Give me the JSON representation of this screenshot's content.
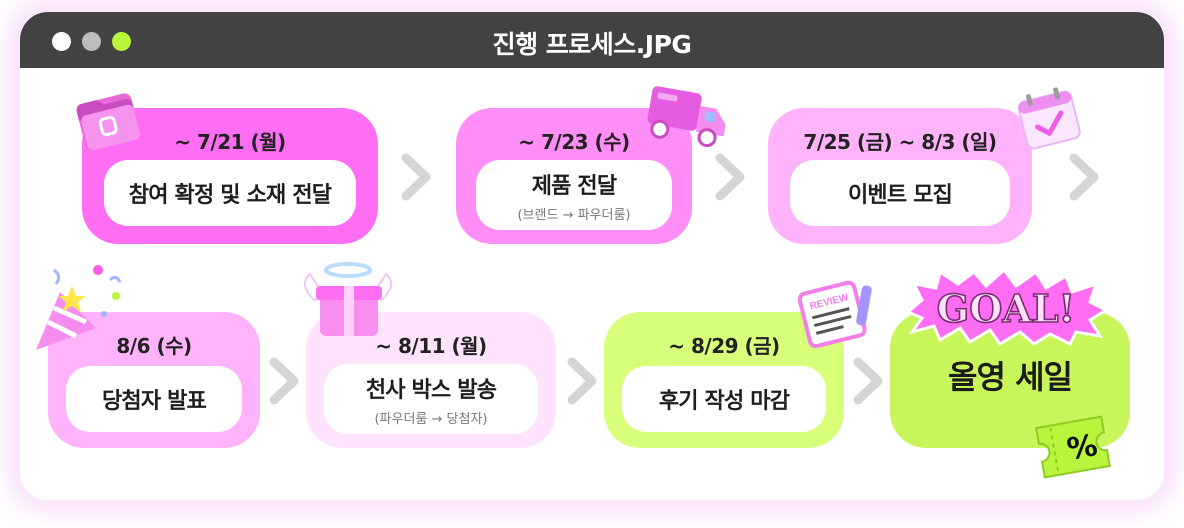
{
  "window": {
    "title": "진행 프로세스.JPG"
  },
  "colors": {
    "dot1": "#ffffff",
    "dot2": "#bdbdbd",
    "dot3": "#b9f53c",
    "magenta": "#ff6df3",
    "pink": "#ffb3fb",
    "lightpink": "#ffe3fc",
    "lime": "#d8ff7a",
    "goal": "#c8f55a"
  },
  "steps": [
    {
      "date": "~ 7/21 (월)",
      "title": "참여 확정 및 소재 전달",
      "icon": "folder-icon"
    },
    {
      "date": "~ 7/23 (수)",
      "title": "제품 전달",
      "note": "(브랜드 → 파우더룸)",
      "icon": "delivery-truck-icon"
    },
    {
      "date": "7/25 (금) ~ 8/3 (일)",
      "title": "이벤트 모집",
      "icon": "calendar-check-icon"
    },
    {
      "date": "8/6 (수)",
      "title": "당첨자 발표",
      "icon": "party-popper-icon"
    },
    {
      "date": "~ 8/11 (월)",
      "title": "천사 박스 발송",
      "note": "(파우더룸 → 당첨자)",
      "icon": "angel-gift-box-icon"
    },
    {
      "date": "~ 8/29 (금)",
      "title": "후기 작성 마감",
      "icon": "review-clipboard-icon"
    }
  ],
  "goal": {
    "badge": "GOAL!",
    "title": "올영 세일",
    "coupon_symbol": "%"
  }
}
